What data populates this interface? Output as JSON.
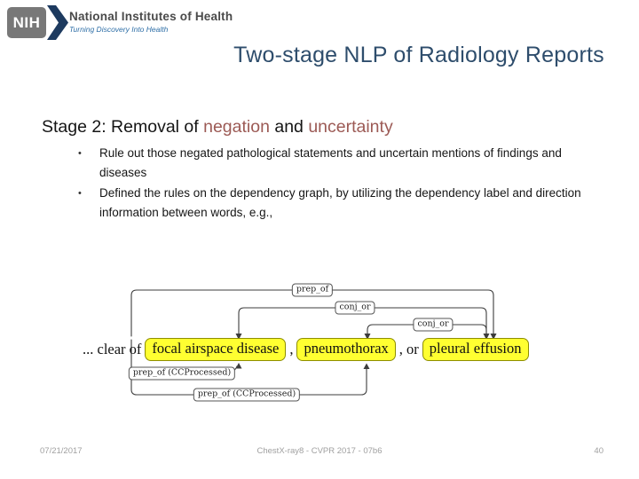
{
  "logo": {
    "acronym": "NIH",
    "org_name": "National Institutes of Health",
    "tagline": "Turning Discovery Into Health"
  },
  "slide": {
    "title": "Two-stage NLP of Radiology Reports"
  },
  "heading": {
    "prefix": "Stage 2: Removal of ",
    "negation": "negation",
    "conjunction": " and ",
    "uncertainty": "uncertainty"
  },
  "bullets": [
    "Rule out those negated pathological statements and uncertain mentions of findings and diseases",
    "Defined the rules on the dependency graph, by utilizing the dependency label and direction information between words, e.g.,"
  ],
  "diagram": {
    "prefix_text": "... clear of",
    "terms": [
      "focal airspace disease",
      "pneumothorax",
      "pleural effusion"
    ],
    "separators": [
      ",",
      ", or"
    ],
    "arc_labels": {
      "prep_of": "prep_of",
      "conj_or_1": "conj_or",
      "conj_or_2": "conj_or",
      "prep_of_cc_1": "prep_of (CCProcessed)",
      "prep_of_cc_2": "prep_of (CCProcessed)"
    },
    "highlight_color": "#ffff31",
    "line_color": "#3c3c3c"
  },
  "footer": {
    "date": "07/21/2017",
    "center": "ChestX-ray8 - CVPR 2017 - 07b6",
    "page": "40"
  }
}
